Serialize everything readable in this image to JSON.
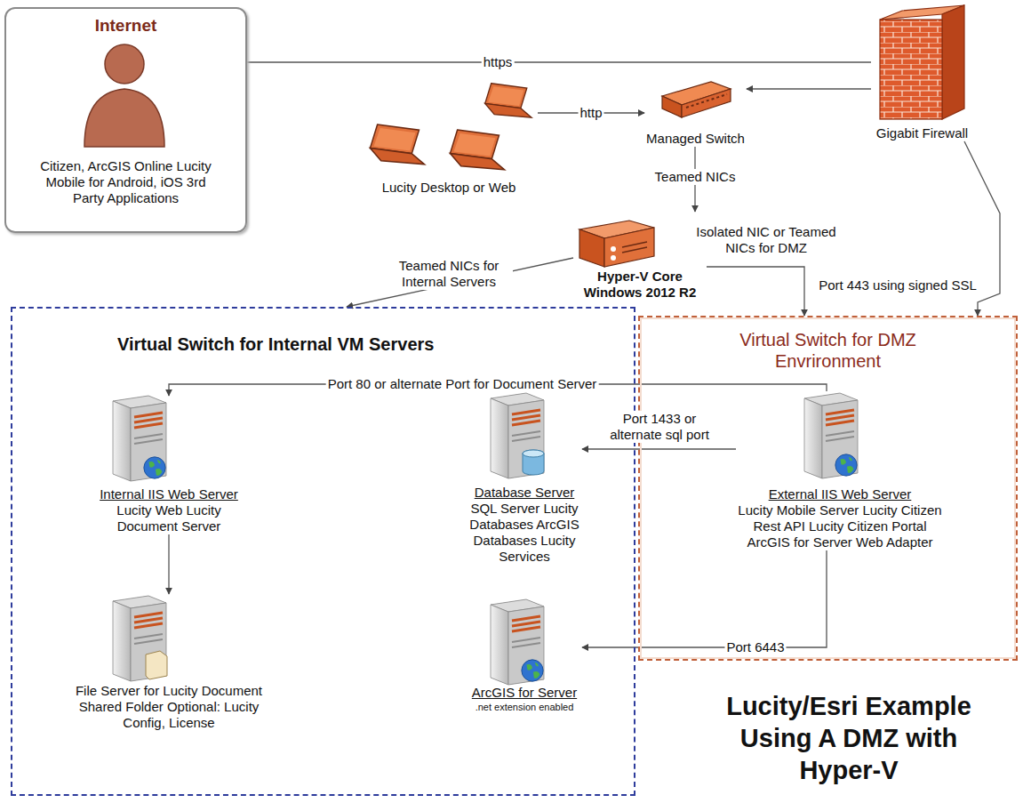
{
  "diagram": {
    "caption": "Lucity/Esri Example Using A DMZ with Hyper-V",
    "nodes": [
      {
        "text": [
          "Internet",
          "Citizen, ArcGIS Online Lucity Mobile for Android, iOS 3rd Party Applications"
        ]
      },
      {
        "text": [
          "Lucity Desktop or Web"
        ]
      },
      {
        "text": [
          "Managed Switch"
        ]
      },
      {
        "text": [
          "Gigabit Firewall"
        ]
      },
      {
        "text": [
          "Hyper-V Core Windows 2012 R2"
        ]
      },
      {
        "text": [
          "Virtual Switch for Internal VM Servers"
        ]
      },
      {
        "text": [
          "Virtual Switch for DMZ Envrironment"
        ]
      },
      {
        "text": [
          "Internal IIS Web Server",
          "Lucity Web Lucity Document Server"
        ],
        "in": 5
      },
      {
        "text": [
          "Database Server",
          "SQL Server Lucity Databases ArcGIS Databases Lucity Services"
        ],
        "in": 5
      },
      {
        "text": [
          "External IIS Web Server",
          "Lucity Mobile Server Lucity Citizen Rest API Lucity Citizen Portal ArcGIS for Server Web Adapter"
        ],
        "in": 6
      },
      {
        "text": [
          "File Server for Lucity Document Shared Folder Optional: Lucity Config, License"
        ],
        "in": 5
      },
      {
        "text": [
          "ArcGIS for Server",
          ".net extension enabled"
        ],
        "in": 5
      }
    ],
    "edges": [
      {
        "from": 0,
        "to": 3,
        "arrow": "none",
        "label": "https"
      },
      {
        "from": 1,
        "to": 2,
        "arrow": "to",
        "label": "http"
      },
      {
        "from": 3,
        "to": 2,
        "arrow": "to"
      },
      {
        "from": 2,
        "to": 4,
        "arrow": "to",
        "label": "Teamed NICs"
      },
      {
        "from": 4,
        "to": 5,
        "arrow": "to",
        "label": "Teamed NICs for Internal Servers"
      },
      {
        "from": 4,
        "to": 6,
        "arrow": "to",
        "label": "Isolated NIC or Teamed NICs for DMZ"
      },
      {
        "from": 3,
        "to": 6,
        "arrow": "to",
        "label": "Port 443 using signed SSL"
      },
      {
        "from": 9,
        "to": 7,
        "arrow": "to",
        "label": "Port 80 or alternate Port for Document Server"
      },
      {
        "from": 9,
        "to": 8,
        "arrow": "to",
        "label": "Port 1433 or alternate sql port"
      },
      {
        "from": 9,
        "to": 11,
        "arrow": "to",
        "label": "Port 6443"
      },
      {
        "from": 7,
        "to": 10,
        "arrow": "to"
      }
    ]
  }
}
